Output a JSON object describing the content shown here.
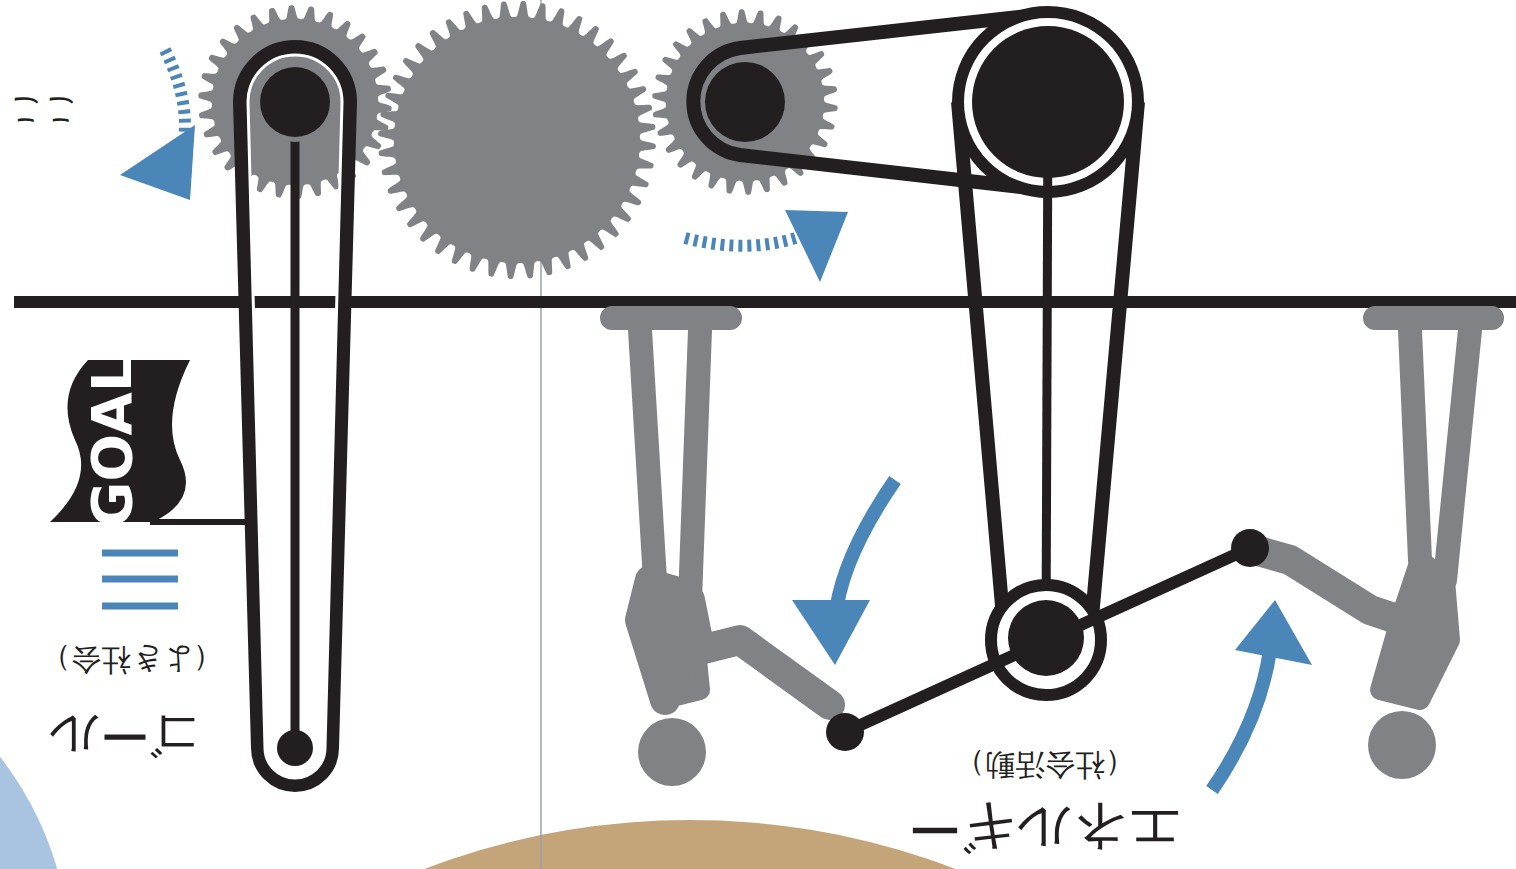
{
  "diagram": {
    "labels": [
      "ゴール",
      "（よき社会）",
      "GOAL",
      "エネルギー",
      "（社会活動）",
      "ここ"
    ]
  }
}
